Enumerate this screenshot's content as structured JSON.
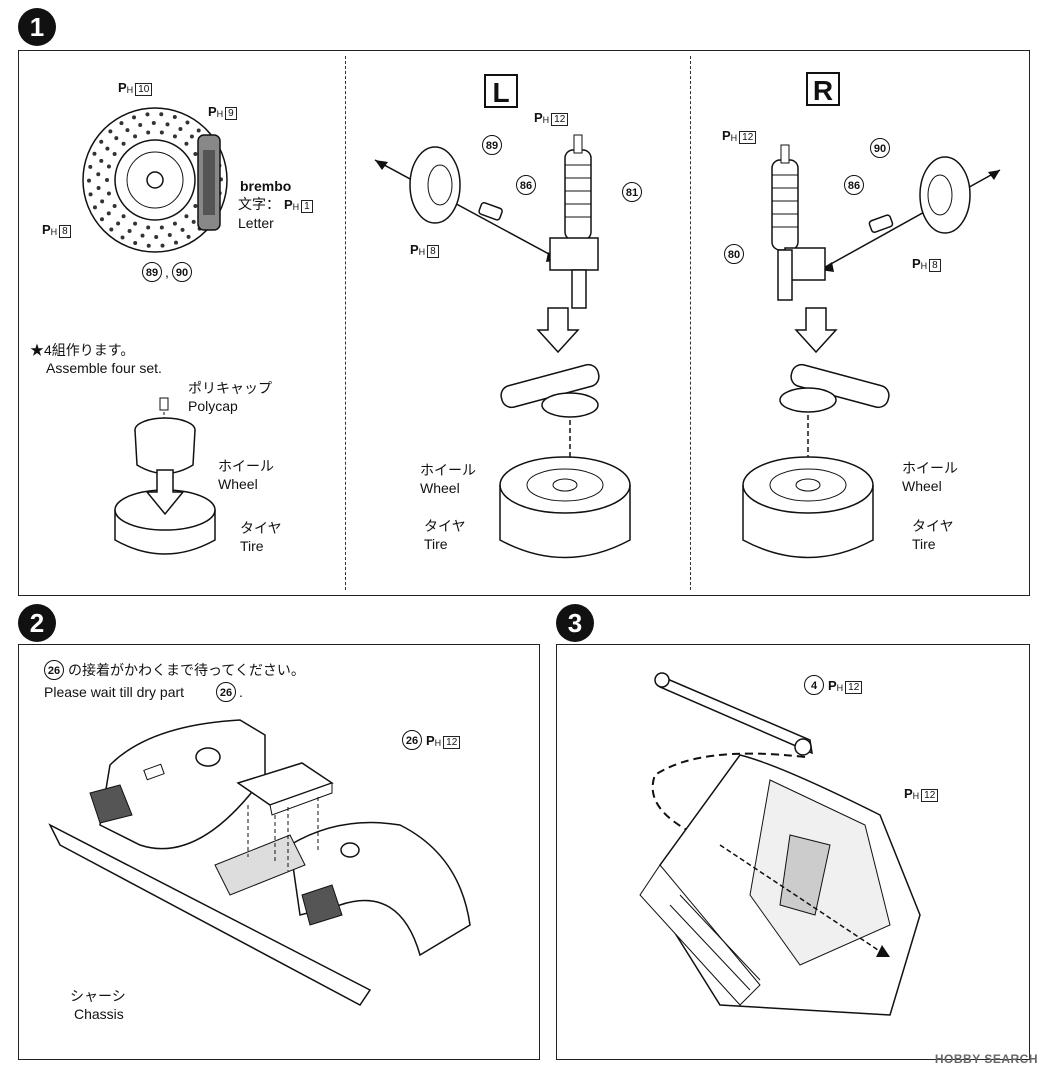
{
  "steps": [
    {
      "number": "1",
      "sections": {
        "brake": {
          "labels": {
            "disc_part": {
              "p": "P",
              "h": "H",
              "n": "10"
            },
            "caliper_part": {
              "p": "P",
              "h": "H",
              "n": "9"
            },
            "hub_part": {
              "p": "P",
              "h": "H",
              "n": "8"
            },
            "brand": "brembo",
            "letter_jp": "文字：",
            "letter_part": {
              "p": "P",
              "h": "H",
              "n": "1"
            },
            "letter_en": "Letter",
            "parts_below": [
              "89",
              "90"
            ]
          }
        },
        "assemble": {
          "note_jp": "★4組作ります。",
          "note_en": "Assemble four set.",
          "polycap_jp": "ポリキャップ",
          "polycap_en": "Polycap",
          "wheel_jp": "ホイール",
          "wheel_en": "Wheel",
          "tire_jp": "タイヤ",
          "tire_en": "Tire"
        },
        "left": {
          "side": "L",
          "strut_part": {
            "p": "P",
            "h": "H",
            "n": "12"
          },
          "hub_num": "89",
          "pin_num": "86",
          "strut_num": "81",
          "hub_part": {
            "p": "P",
            "h": "H",
            "n": "8"
          },
          "wheel_jp": "ホイール",
          "wheel_en": "Wheel",
          "tire_jp": "タイヤ",
          "tire_en": "Tire"
        },
        "right": {
          "side": "R",
          "strut_part": {
            "p": "P",
            "h": "H",
            "n": "12"
          },
          "hub_num": "90",
          "pin_num": "86",
          "strut_num": "80",
          "hub_part": {
            "p": "P",
            "h": "H",
            "n": "8"
          },
          "wheel_jp": "ホイール",
          "wheel_en": "Wheel",
          "tire_jp": "タイヤ",
          "tire_en": "Tire"
        }
      }
    },
    {
      "number": "2",
      "note_part": "26",
      "note_jp": "の接着がかわくまで待ってください。",
      "note_en": "Please wait till dry part",
      "note_en_end": ".",
      "part_num": "26",
      "part_ph": {
        "p": "P",
        "h": "H",
        "n": "12"
      },
      "chassis_jp": "シャーシ",
      "chassis_en": "Chassis"
    },
    {
      "number": "3",
      "arm_num": "4",
      "arm_ph": {
        "p": "P",
        "h": "H",
        "n": "12"
      },
      "body_ph": {
        "p": "P",
        "h": "H",
        "n": "12"
      }
    }
  ],
  "watermark": "HOBBY SEARCH"
}
